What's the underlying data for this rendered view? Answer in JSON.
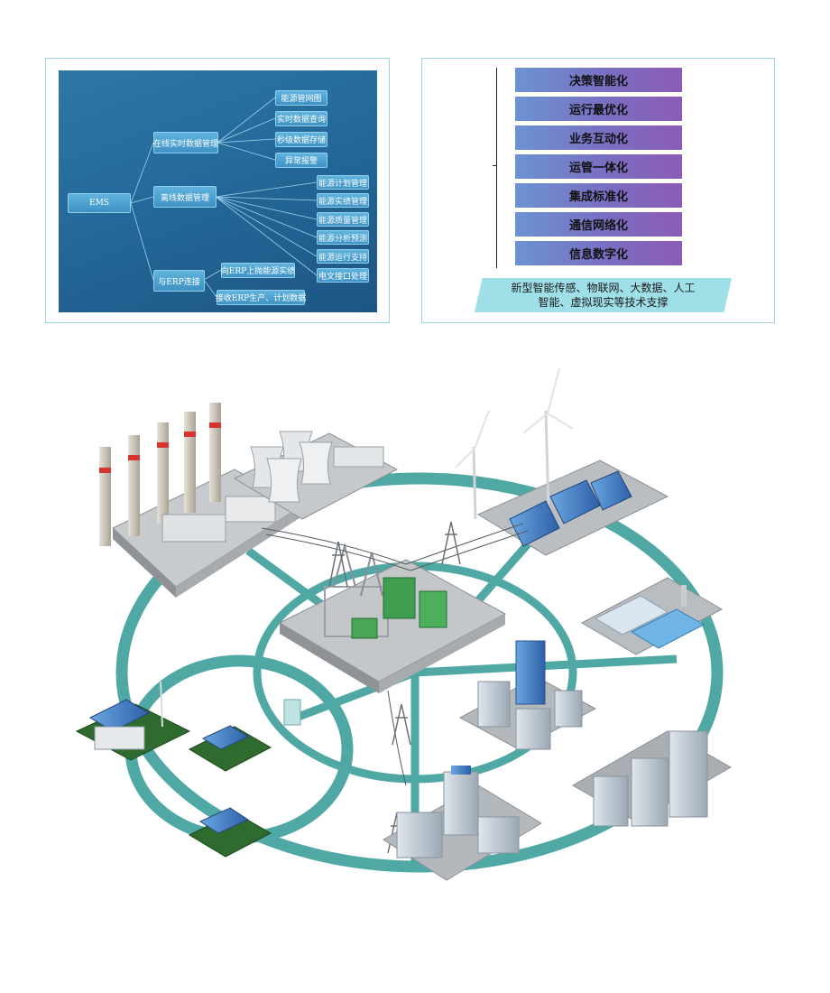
{
  "ems": {
    "root": "EMS",
    "branches": [
      {
        "label": "在线实时数据管理",
        "children": [
          "能源管网图",
          "实时数据查询",
          "秒级数据存储",
          "异常报警"
        ]
      },
      {
        "label": "离线数据管理",
        "children": [
          "能源计划管理",
          "能源实绩管理",
          "能源质量管理",
          "能源分析预测",
          "能源运行支持",
          "电文接口处理"
        ]
      },
      {
        "label": "与ERP连接",
        "children": [
          "向ERP上抛能源实绩",
          "接收ERP生产、计划数据"
        ]
      }
    ]
  },
  "stack": {
    "layers": [
      "决策智能化",
      "运行最优化",
      "业务互动化",
      "运管一体化",
      "集成标准化",
      "通信网络化",
      "信息数字化"
    ],
    "support_line1": "新型智能传感、物联网、大数据、人工",
    "support_line2": "智能、虚拟现实等技术支撑"
  },
  "colors": {
    "ring": "#4fa8a4",
    "layer_start": "#6c93d3",
    "layer_end": "#8b5bb6",
    "ems_bg": "#24699a",
    "support_bg": "#9fe0e8"
  }
}
